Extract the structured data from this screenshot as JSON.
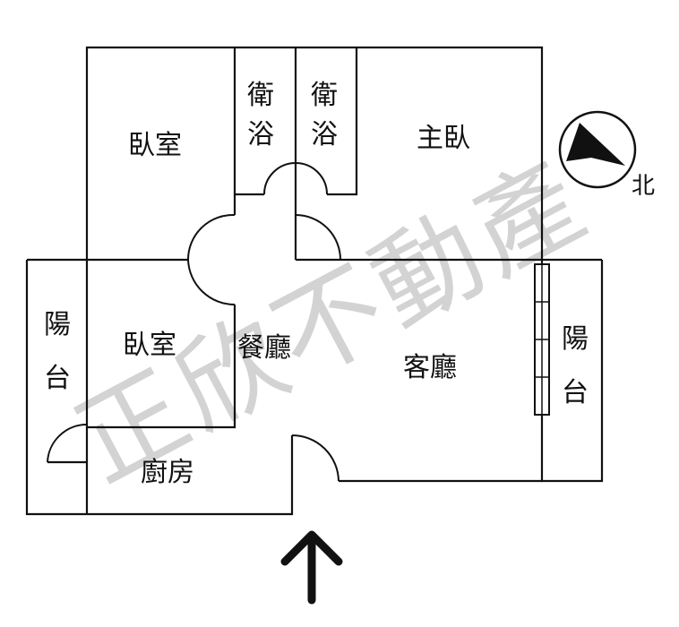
{
  "rooms": {
    "bedroom_top": "臥室",
    "bath_left": [
      "衛",
      "浴"
    ],
    "bath_right": [
      "衛",
      "浴"
    ],
    "master_bedroom": "主臥",
    "balcony_left": [
      "陽",
      "台"
    ],
    "bedroom_left": "臥室",
    "dining": "餐廳",
    "living": "客廳",
    "balcony_right": [
      "陽",
      "台"
    ],
    "kitchen": "廚房"
  },
  "compass": {
    "label": "北",
    "icon": "north-compass-icon"
  },
  "entrance": {
    "icon": "entrance-arrow-icon"
  },
  "watermark": [
    "正",
    "欣",
    "不",
    "動",
    "產"
  ]
}
